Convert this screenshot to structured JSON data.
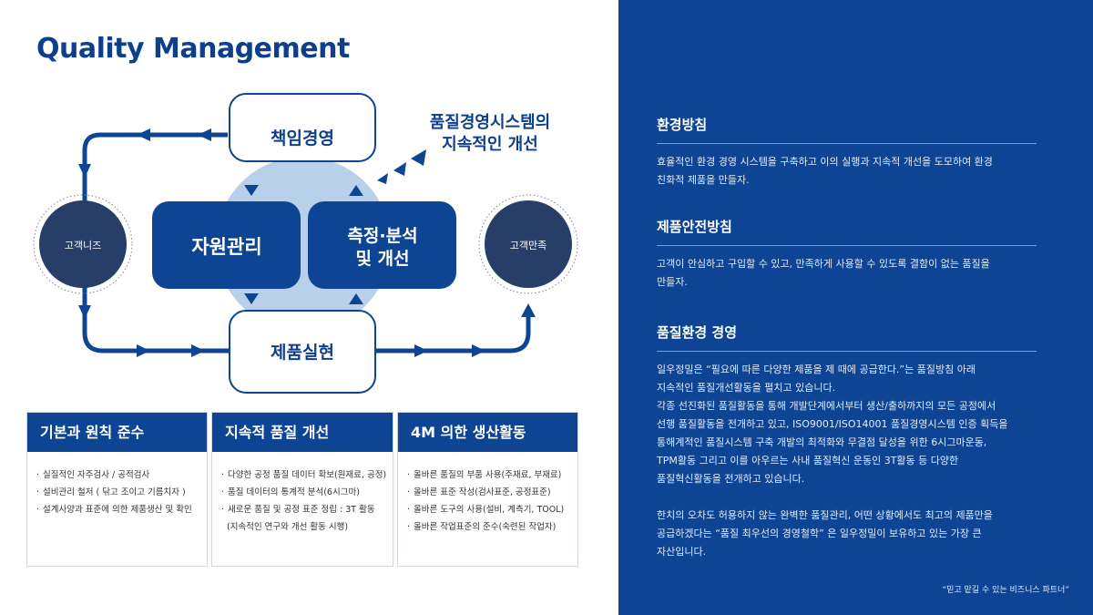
{
  "title": "Quality Management",
  "diagram": {
    "top_box": "책임경영",
    "bottom_box": "제품실현",
    "left_box": "자원관리",
    "right_box_line1": "측정·분석",
    "right_box_line2": "및 개선",
    "left_circle": "고객니즈",
    "right_circle": "고객만족",
    "caption_line1": "품질경영시스템의",
    "caption_line2": "지속적인 개선"
  },
  "cards": [
    {
      "title": "기본과 원칙 준수",
      "items": [
        "실질적인 자주검사 / 공적검사",
        "설비관리 철저 ( 닦고 조이고 기름치자 )",
        "설계사양과 표준에 의한 제품생산 및 확인"
      ]
    },
    {
      "title": "지속적 품질 개선",
      "items": [
        "다양한 공정 품질 데이터 확보(원재료, 공정)",
        "품질 데이터의 통계적 분석(6시그마)",
        "새로운 품질 및 공정 표준 정립 : 3T 활동"
      ],
      "continuation": "(지속적인 연구와 개선 활동 시행)"
    },
    {
      "title": "4M 의한 생산활동",
      "items": [
        "올바른 품질의 부품 사용(주재료, 부재료)",
        "올바른 표준 작성(검사표준, 공정표준)",
        "올바른 도구의 사용(설비, 계측기, TOOL)",
        "올바른 작업표준의 준수(숙련된 작업자)"
      ]
    }
  ],
  "sections": [
    {
      "heading": "환경방침",
      "lines": [
        "효율적인 환경 경영 시스템을 구축하고 이의 실행과 지속적 개선을 도모하여 환경",
        "친화적 제품을 만들자."
      ]
    },
    {
      "heading": "제품안전방침",
      "lines": [
        "고객이 안심하고 구입할 수 있고, 만족하게 사용할 수 있도록 결함이 없는 품질을",
        "만들자."
      ]
    },
    {
      "heading": "품질환경 경영",
      "lines": [
        "일우정밀은 “필요에 따른 다양한 제품을 제 때에 공급한다.”는 품질방침 아래",
        "지속적인 품질개선활동을 펼치고 있습니다.",
        "각종 선진화된 품질활동을 통해 개발단계에서부터 생산/출하까지의 모든 공정에서",
        "선행 품질활동을 전개하고 있고, ISO9001/ISO14001 품질경영시스템 인증 획득을",
        "통해계적인 품질시스템 구축 개발의 최적화와 무결점 달성을 위한 6시그마운동,",
        "TPM활동 그리고 이를 아우르는 사내 품질혁신 운동인 3T활동 등 다양한",
        "품질혁신활동을 전개하고 있습니다."
      ],
      "lines2": [
        "한치의 오차도 허용하지 않는 완벽한 품질관리, 어떤 상황에서도 최고의 제품만을",
        "공급하겠다는 “품질 최우선의 경영철학” 은 일우정밀이 보유하고 있는 가장 큰",
        "자산입니다."
      ]
    }
  ],
  "tagline": "“믿고 맡길 수 있는  비즈니스 파트너”",
  "colors": {
    "navy": "#0d4594",
    "dark_circle": "#273e68",
    "light_blue": "#b9d0ea"
  }
}
